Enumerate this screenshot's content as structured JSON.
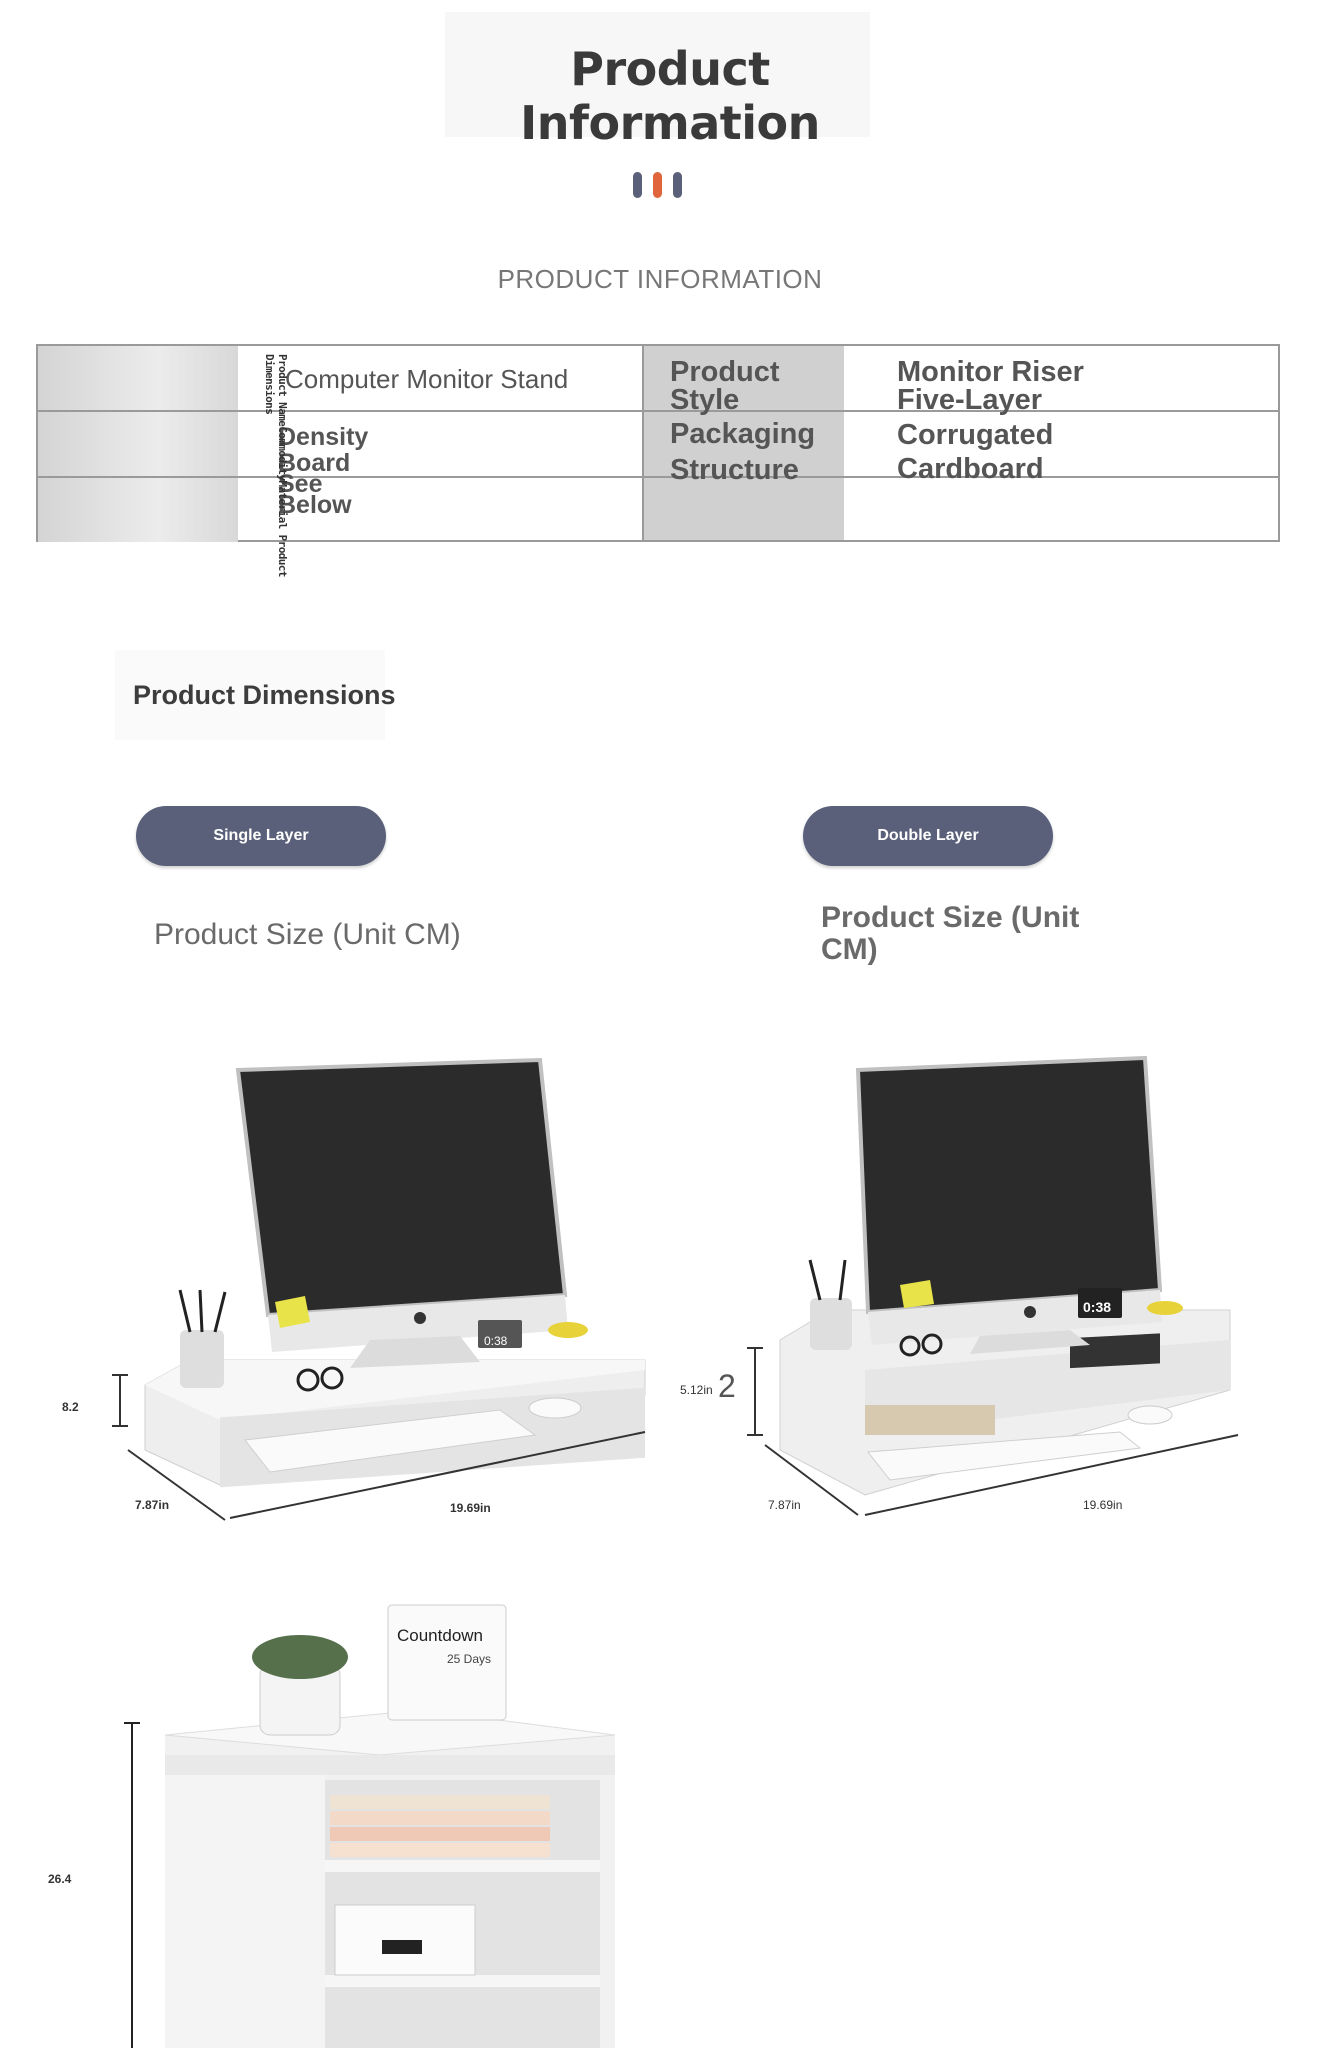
{
  "header": {
    "title": "Product Information",
    "subtitle": "PRODUCT INFORMATION",
    "accent_colors": [
      "#5a6079",
      "#e0643c",
      "#5a6079"
    ]
  },
  "info_table": {
    "vertical_label": "Product NameCommodityMaterial Product Dimensions",
    "rows": [
      {
        "value_a": "Computer Monitor Stand",
        "label_b": "Product Style",
        "value_b": "Monitor Riser Five-Layer"
      },
      {
        "value_a": "Density Board",
        "label_b": "Packaging Structure",
        "value_b": "Corrugated Cardboard"
      },
      {
        "value_a": "See Below",
        "label_b": "",
        "value_b": ""
      }
    ]
  },
  "dimensions": {
    "section_title": "Product Dimensions",
    "variants": [
      {
        "button": "Single Layer",
        "size_label": "Product Size (Unit CM)",
        "height": "8.2",
        "depth": "7.87in",
        "width": "19.69in",
        "clock": "0:38"
      },
      {
        "button": "Double Layer",
        "size_label": "Product Size (Unit CM)",
        "height": "5.12in",
        "height_mark": "2",
        "depth": "7.87in",
        "width": "19.69in",
        "clock": "0:38"
      }
    ],
    "shelf": {
      "height": "26.4",
      "card_title": "Countdown",
      "card_days": "25 Days"
    }
  },
  "colors": {
    "pill": "#5a6079",
    "table_border": "#9a9a9a",
    "text": "#444444"
  }
}
